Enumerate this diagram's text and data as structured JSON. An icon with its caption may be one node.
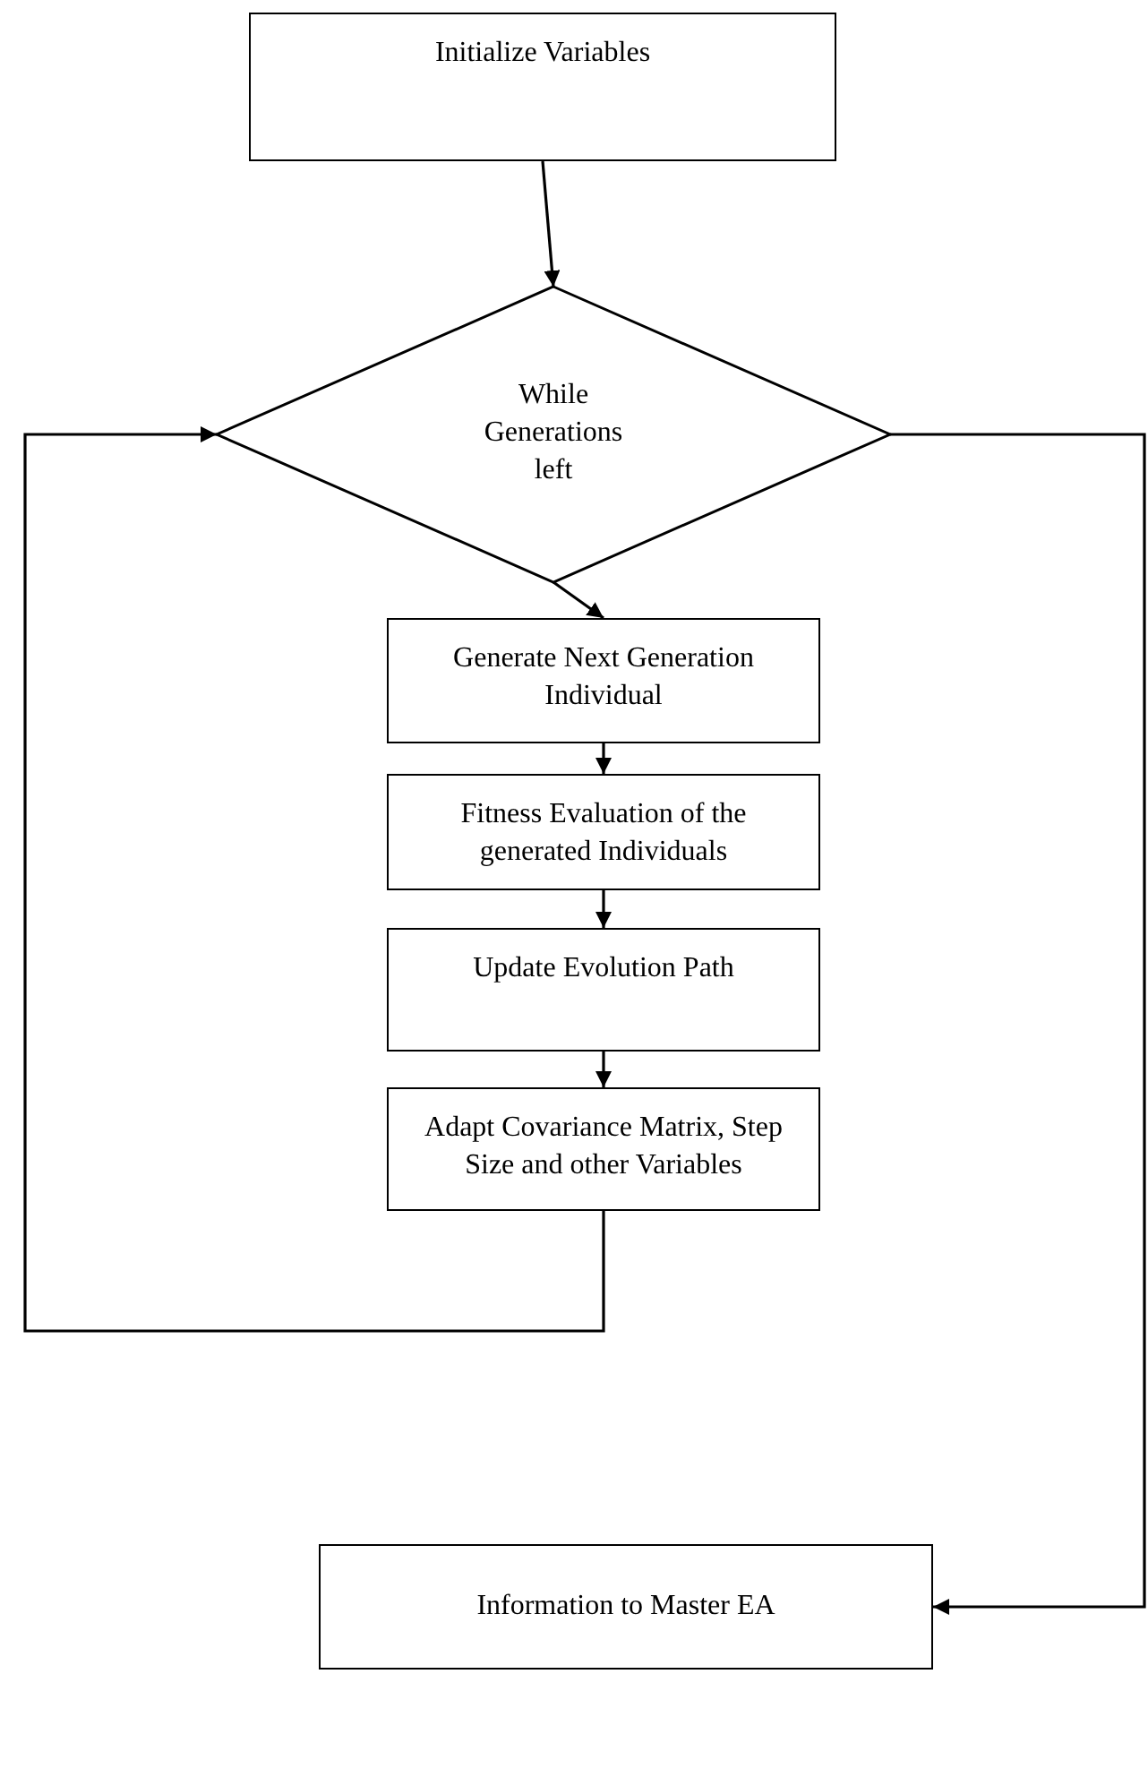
{
  "diagram": {
    "nodes": [
      {
        "text": [
          "Initialize Variables"
        ]
      },
      {
        "text": [
          "While Generations left"
        ]
      },
      {
        "text": [
          "Generate Next Generation Individual"
        ]
      },
      {
        "text": [
          "Fitness Evaluation of the generated Individuals"
        ]
      },
      {
        "text": [
          "Update Evolution Path"
        ]
      },
      {
        "text": [
          "Adapt Covariance Matrix, Step Size and other Variables"
        ]
      },
      {
        "text": [
          "Information to Master EA"
        ]
      }
    ],
    "edges": [
      {
        "from": 0,
        "to": 1,
        "arrow": "to"
      },
      {
        "from": 1,
        "to": 2,
        "arrow": "to"
      },
      {
        "from": 2,
        "to": 3,
        "arrow": "to"
      },
      {
        "from": 3,
        "to": 4,
        "arrow": "to"
      },
      {
        "from": 4,
        "to": 5,
        "arrow": "to"
      },
      {
        "from": 5,
        "to": 1,
        "arrow": "to"
      },
      {
        "from": 1,
        "to": 6,
        "arrow": "to"
      }
    ]
  }
}
